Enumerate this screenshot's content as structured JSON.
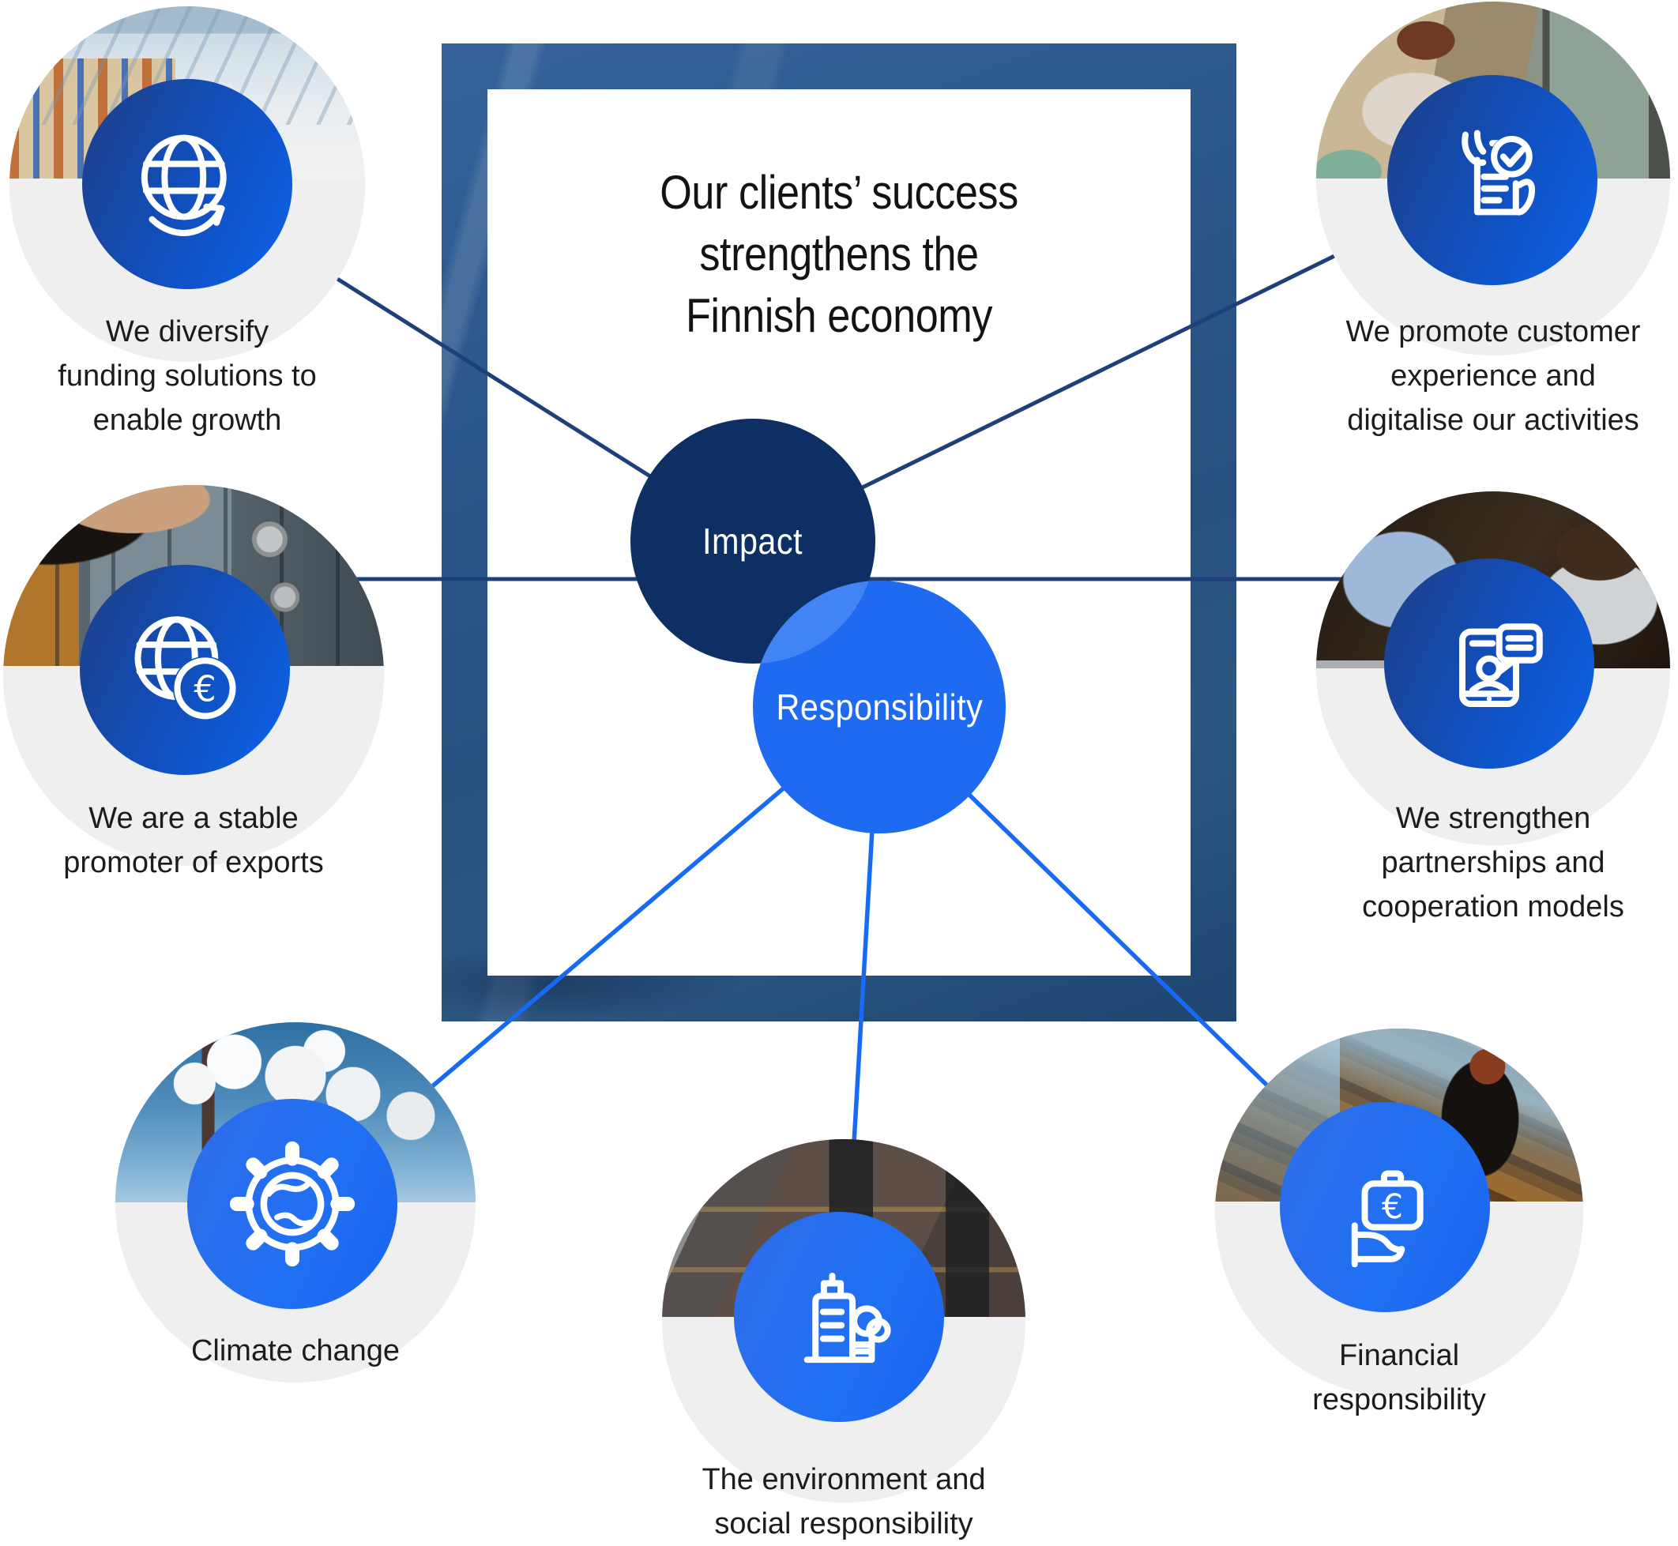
{
  "title": {
    "line1": "Our clients’ success",
    "line2": "strengthens the",
    "line3": "Finnish economy"
  },
  "bubbles": {
    "impact": {
      "label": "Impact",
      "color": "#0d2f63"
    },
    "responsibility": {
      "label": "Responsibility",
      "color": "#1e6bf2"
    }
  },
  "nodes": [
    {
      "id": "diversify-funding",
      "icon": "globe-arrow-icon",
      "photo": "warehouse-shelves-photo",
      "lines": [
        "We diversify",
        "funding solutions to",
        "enable growth"
      ]
    },
    {
      "id": "promoter-exports",
      "icon": "globe-euro-icon",
      "photo": "hand-key-door-photo",
      "lines": [
        "We are a stable",
        "promoter of exports"
      ]
    },
    {
      "id": "climate-change",
      "icon": "gear-globe-icon",
      "photo": "smokestack-photo",
      "lines": [
        "Climate change"
      ]
    },
    {
      "id": "environment-social",
      "icon": "building-tree-icon",
      "photo": "apartment-building-photo",
      "lines": [
        "The environment and",
        "social responsibility"
      ]
    },
    {
      "id": "financial-responsibility",
      "icon": "briefcase-euro-hand-icon",
      "photo": "wooden-stairs-person-photo",
      "lines": [
        "Financial",
        "responsibility"
      ]
    },
    {
      "id": "partnerships",
      "icon": "tablet-chat-icon",
      "photo": "people-laptop-photo",
      "lines": [
        "We strengthen",
        "partnerships and",
        "cooperation models"
      ]
    },
    {
      "id": "customer-experience",
      "icon": "document-check-hands-icon",
      "photo": "woman-office-photo",
      "lines": [
        "We promote customer",
        "experience and",
        "digitalise our activities"
      ]
    }
  ],
  "icon_glyphs": {
    "euro": "€"
  },
  "colors": {
    "frame_blue": "#2b5584",
    "impact_navy": "#0d2f63",
    "responsibility_blue": "#1e6bf2",
    "impact_line": "#1e4079",
    "responsibility_line": "#176af3",
    "icon_gradient_dark": "#1d3f86",
    "icon_gradient_bright": "#0c63ea",
    "node_gray": "#efeff0",
    "label_text": "#1c1c1c"
  }
}
